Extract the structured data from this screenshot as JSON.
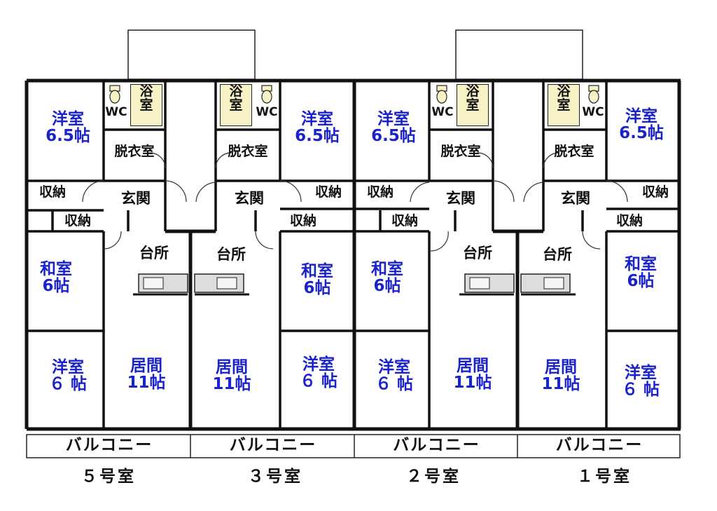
{
  "units": [
    {
      "unit_label": "５号室",
      "rooms": {
        "western_top": "洋室\n6.5帖",
        "wc": "WC",
        "bath": "浴\n室",
        "dressing": "脱衣室",
        "storage_1": "収納",
        "storage_2": "収納",
        "entrance": "玄関",
        "kitchen": "台所",
        "japanese": "和室\n6帖",
        "western_bottom": "洋室\n６ 帖",
        "living": "居間\n11帖",
        "balcony": "バルコニー"
      }
    },
    {
      "unit_label": "３号室",
      "rooms": {
        "western_top": "洋室\n6.5帖",
        "wc": "WC",
        "bath": "浴\n室",
        "dressing": "脱衣室",
        "storage_1": "収納",
        "storage_2": "収納",
        "entrance": "玄関",
        "kitchen": "台所",
        "japanese": "和室\n6帖",
        "western_bottom": "洋室\n６ 帖",
        "living": "居間\n11帖",
        "balcony": "バルコニー"
      }
    },
    {
      "unit_label": "２号室",
      "rooms": {
        "western_top": "洋室\n6.5帖",
        "wc": "WC",
        "bath": "浴\n室",
        "dressing": "脱衣室",
        "storage_1": "収納",
        "storage_2": "収納",
        "entrance": "玄関",
        "kitchen": "台所",
        "japanese": "和室\n6帖",
        "western_bottom": "洋室\n６ 帖",
        "living": "居間\n11帖",
        "balcony": "バルコニー"
      }
    },
    {
      "unit_label": "１号室",
      "rooms": {
        "western_top": "洋室\n6.5帖",
        "wc": "WC",
        "bath": "浴\n室",
        "dressing": "脱衣室",
        "storage_1": "収納",
        "storage_2": "収納",
        "entrance": "玄関",
        "kitchen": "台所",
        "japanese": "和室\n6帖",
        "western_bottom": "洋室\n６ 帖",
        "living": "居間\n11帖",
        "balcony": "バルコニー"
      }
    }
  ],
  "colors": {
    "wall": "#111111",
    "room_label": "#1a22cc",
    "bath_fill": "#f7f2c6",
    "sink_fill": "#dddddd"
  }
}
